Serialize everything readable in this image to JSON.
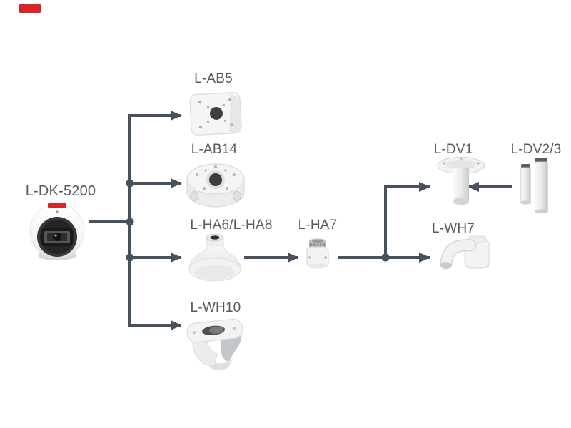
{
  "page": {
    "background_color": "#FFFFFF"
  },
  "brand_logo": {
    "color": "#D8232A"
  },
  "diagram": {
    "connector_color": "#47525C",
    "label_color": "#58595B",
    "camera": {
      "label": "L-DK-5200",
      "logo_color": "#D8232A"
    },
    "accessories": {
      "ab5": {
        "label": "L-AB5"
      },
      "ab14": {
        "label": "L-AB14"
      },
      "ha6_ha8": {
        "label": "L-HA6/L-HA8"
      },
      "wh10": {
        "label": "L-WH10"
      },
      "ha7": {
        "label": "L-HA7"
      },
      "dv1": {
        "label": "L-DV1"
      },
      "dv2_3": {
        "label": "L-DV2/3"
      },
      "wh7": {
        "label": "L-WH7"
      }
    },
    "connections": [
      {
        "from": "L-DK-5200",
        "to": "L-AB5"
      },
      {
        "from": "L-DK-5200",
        "to": "L-AB14"
      },
      {
        "from": "L-DK-5200",
        "to": "L-HA6/L-HA8"
      },
      {
        "from": "L-DK-5200",
        "to": "L-WH10"
      },
      {
        "from": "L-HA6/L-HA8",
        "to": "L-HA7"
      },
      {
        "from": "L-HA7",
        "to": "L-DV1"
      },
      {
        "from": "L-HA7",
        "to": "L-WH7"
      },
      {
        "from": "L-DV2/3",
        "to": "L-DV1"
      }
    ]
  }
}
